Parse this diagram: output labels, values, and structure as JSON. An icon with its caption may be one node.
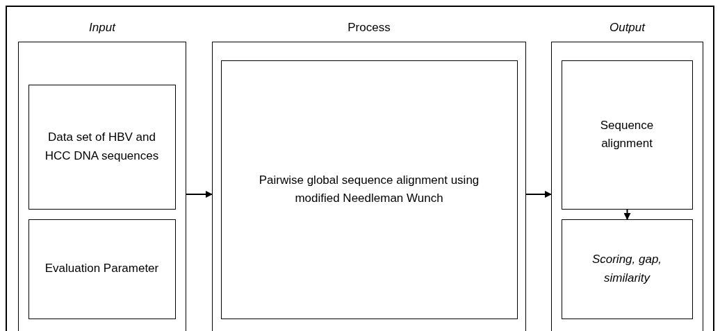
{
  "diagram": {
    "nodes": [
      {
        "text": [
          "Input"
        ]
      },
      {
        "text": [
          "Data set of HBV and HCC DNA sequences"
        ],
        "in": 0
      },
      {
        "text": [
          "Evaluation Parameter"
        ],
        "in": 0
      },
      {
        "text": [
          "Process"
        ]
      },
      {
        "text": [
          "Pairwise global sequence alignment using modified Needleman Wunch"
        ],
        "in": 3
      },
      {
        "text": [
          "Output"
        ]
      },
      {
        "text": [
          "Sequence alignment"
        ],
        "in": 5
      },
      {
        "text": [
          "Scoring, gap, similarity"
        ],
        "in": 5
      }
    ],
    "edges": [
      {
        "from": 0,
        "to": 3,
        "arrow": "to"
      },
      {
        "from": 3,
        "to": 5,
        "arrow": "to"
      },
      {
        "from": 6,
        "to": 7,
        "arrow": "to"
      }
    ]
  }
}
